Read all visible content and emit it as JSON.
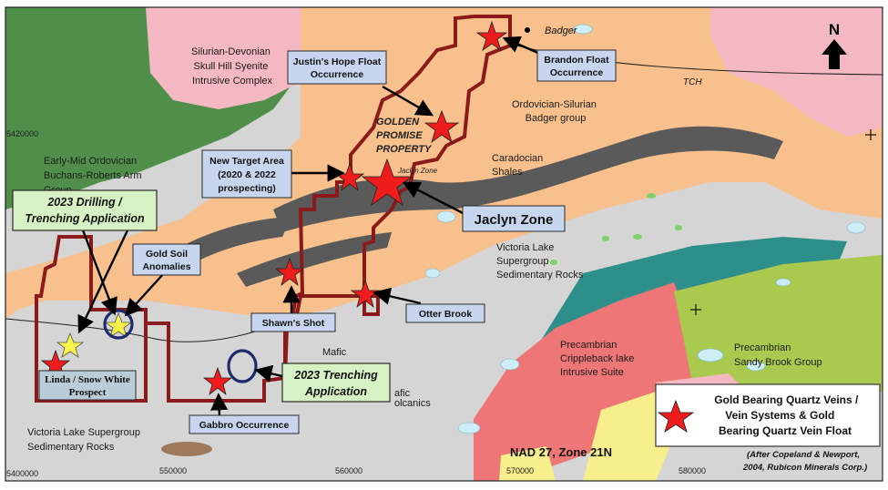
{
  "geology_labels": {
    "silurian_devonian": [
      "Silurian-Devonian",
      "Skull Hill Syenite",
      "Intrusive Complex"
    ],
    "early_mid_ordovician": [
      "Early-Mid Ordovician",
      "Buchans-Roberts Arm",
      "Group"
    ],
    "ordovician_silurian": [
      "Ordovician-Silurian",
      "Badger group"
    ],
    "caradocian": [
      "Caradocian",
      "Shales"
    ],
    "victoria_lake_east": [
      "Victoria Lake",
      "Supergroup",
      "Sedimentary Rocks"
    ],
    "victoria_lake_southwest": [
      "Victoria Lake Supergroup",
      "Sedimentary Rocks"
    ],
    "precambrian_crippleback": [
      "Precambrian",
      "Crippleback lake",
      "Intrusive Suite"
    ],
    "precambrian_sandy_brook": [
      "Precambrian",
      "Sandy Brook Group"
    ],
    "mafic": "Mafic",
    "mafic_volcanics": "afic",
    "mafic_volcanics2": "olcanics",
    "golden_promise": [
      "GOLDEN",
      "PROMISE",
      "PROPERTY"
    ],
    "jaclyn_zone_small": "Jaclyn Zone"
  },
  "place_labels": {
    "badger": "Badger",
    "tch": "TCH"
  },
  "callouts": {
    "justins_hope": [
      "Justin's Hope Float",
      "Occurrence"
    ],
    "brandon_float": [
      "Brandon Float",
      "Occurrence"
    ],
    "new_target": [
      "New Target Area",
      "(2020 & 2022",
      "prospecting)"
    ],
    "jaclyn_zone": "Jaclyn Zone",
    "drilling_2023": [
      "2023 Drilling /",
      "Trenching Application"
    ],
    "gold_soil": [
      "Gold Soil",
      "Anomalies"
    ],
    "shawns_shot": "Shawn's Shot",
    "otter_brook": "Otter Brook",
    "trenching_2023": [
      "2023 Trenching",
      "Application"
    ],
    "gabbro": "Gabbro Occurrence",
    "linda_snow_white": [
      "Linda / Snow White",
      "Prospect"
    ]
  },
  "legend": {
    "text": [
      "Gold Bearing Quartz  Veins /",
      "Vein Systems & Gold",
      "Bearing Quartz Vein Float"
    ]
  },
  "north_arrow": "N",
  "projection": "NAD 27, Zone 21N",
  "credit": [
    "(After Copeland & Newport,",
    "2004, Rubicon Minerals Corp.)"
  ],
  "coordinates": {
    "northing_top": "5420000",
    "northing_bottom": "5400000",
    "easting": [
      "550000",
      "560000",
      "570000",
      "580000"
    ]
  },
  "colors": {
    "orange_badger": "#f7c08d",
    "gray_victoria": "#d5d5d5",
    "dark_green": "#4f8f4a",
    "pink": "#f4b8c3",
    "red_intrusive": "#ee7676",
    "teal": "#2e8f8a",
    "light_green": "#a9c94f",
    "yellow": "#f6ef8c",
    "dark_gray": "#5a5a5a",
    "property_outline": "#8b1a1a",
    "star_red": "#ee1c1c"
  }
}
